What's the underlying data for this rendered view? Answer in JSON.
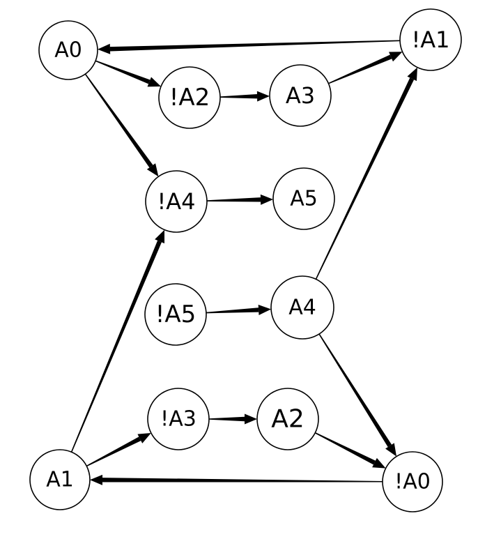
{
  "diagram": {
    "type": "directed-graph",
    "colors": {
      "background": "#ffffff",
      "node_fill": "#ffffff",
      "stroke": "#000000",
      "text": "#000000"
    },
    "nodes": [
      {
        "id": "n_A0",
        "label": "A0"
      },
      {
        "id": "n_nA2",
        "label": "!A2"
      },
      {
        "id": "n_A3",
        "label": "A3"
      },
      {
        "id": "n_nA1",
        "label": "!A1"
      },
      {
        "id": "n_nA4",
        "label": "!A4"
      },
      {
        "id": "n_A5",
        "label": "A5"
      },
      {
        "id": "n_nA5",
        "label": "!A5"
      },
      {
        "id": "n_A4",
        "label": "A4"
      },
      {
        "id": "n_nA3",
        "label": "!A3"
      },
      {
        "id": "n_A2",
        "label": "A2"
      },
      {
        "id": "n_A1",
        "label": "A1"
      },
      {
        "id": "n_nA0",
        "label": "!A0"
      }
    ],
    "edges": [
      {
        "from": "n_nA1",
        "to": "n_A0"
      },
      {
        "from": "n_A0",
        "to": "n_nA2"
      },
      {
        "from": "n_nA2",
        "to": "n_A3"
      },
      {
        "from": "n_A3",
        "to": "n_nA1"
      },
      {
        "from": "n_A0",
        "to": "n_nA4"
      },
      {
        "from": "n_nA4",
        "to": "n_A5"
      },
      {
        "from": "n_A1",
        "to": "n_nA4"
      },
      {
        "from": "n_nA5",
        "to": "n_A4"
      },
      {
        "from": "n_A4",
        "to": "n_nA1"
      },
      {
        "from": "n_A4",
        "to": "n_nA0"
      },
      {
        "from": "n_A1",
        "to": "n_nA3"
      },
      {
        "from": "n_nA3",
        "to": "n_A2"
      },
      {
        "from": "n_A2",
        "to": "n_nA0"
      },
      {
        "from": "n_nA0",
        "to": "n_A1"
      }
    ]
  }
}
